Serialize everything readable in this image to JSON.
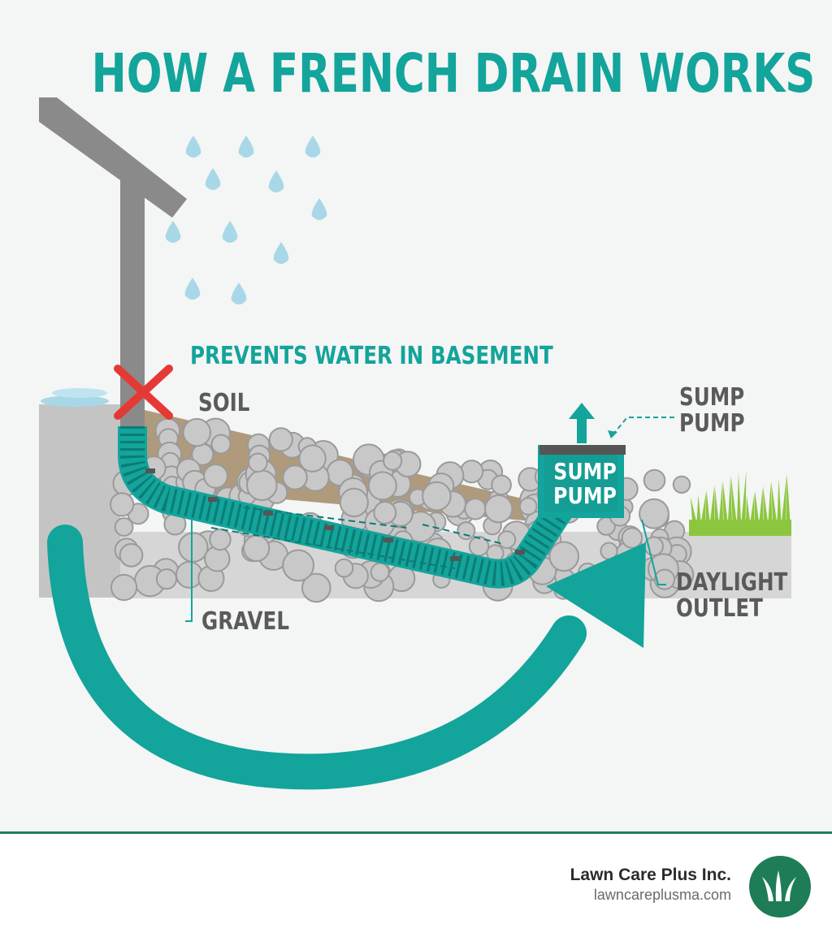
{
  "title": "HOW A FRENCH DRAIN WORKS",
  "labels": {
    "prevents": "PREVENTS WATER IN BASEMENT",
    "soil": "SOIL",
    "sump_pump_line1": "SUMP",
    "sump_pump_line2": "PUMP",
    "pump_box_line1": "SUMP",
    "pump_box_line2": "PUMP",
    "daylight_line1": "DAYLIGHT",
    "daylight_line2": "OUTLET",
    "gravel": "GRAVEL"
  },
  "footer": {
    "company": "Lawn Care Plus Inc.",
    "url": "lawncareplusma.com"
  },
  "colors": {
    "teal": "#13a49b",
    "gray": "#5a5a5a",
    "rain": "#a8d8e8",
    "soil": "#b09a7c",
    "grass": "#8cc63f",
    "cross": "#e53935",
    "brand_green": "#1e7d56"
  },
  "icons": {
    "logo": "grass-logo-icon",
    "cross": "cross-mark-icon",
    "arrow_up": "arrow-up-icon",
    "flow_arrow": "curved-arrow-icon"
  }
}
